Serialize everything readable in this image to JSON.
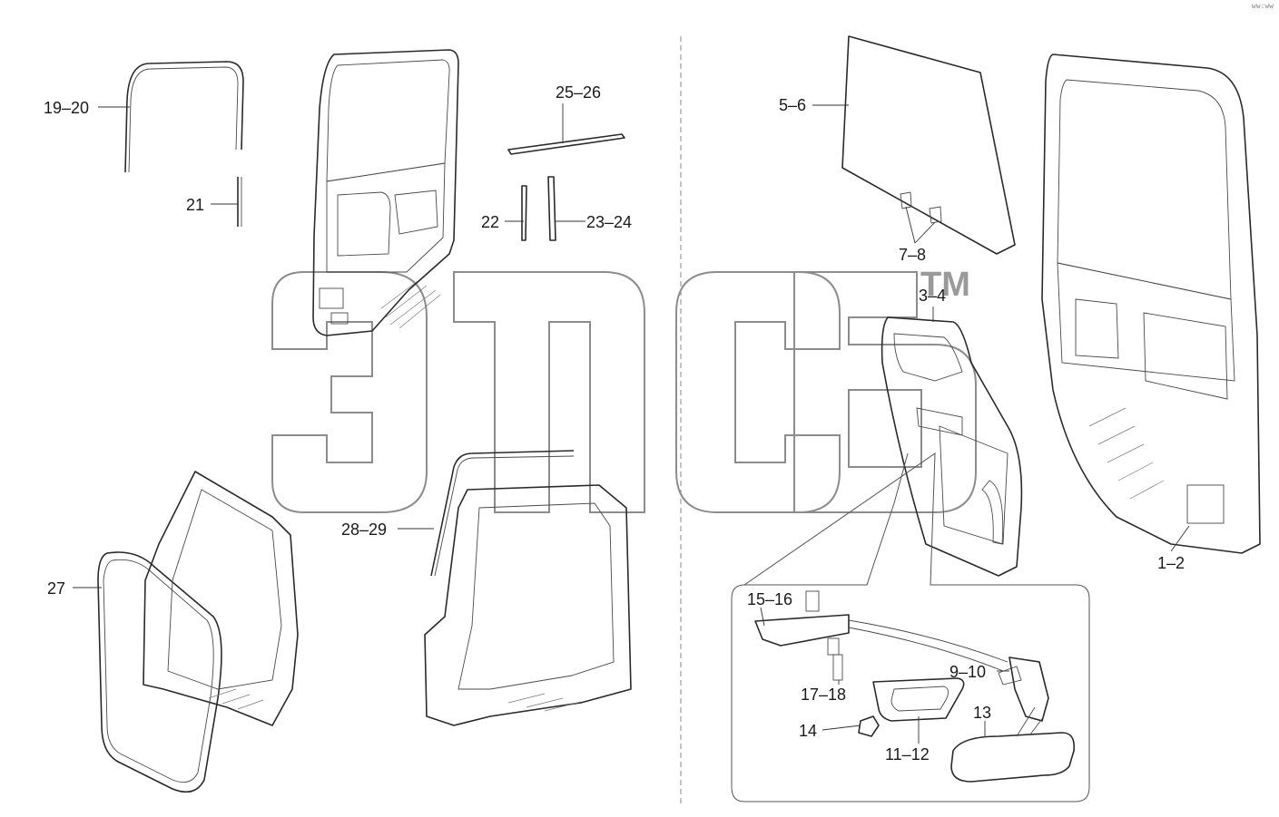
{
  "corner_mark": "ww:ww",
  "watermark": {
    "tm": "TM"
  },
  "callouts": [
    {
      "id": "19-20",
      "text": "19–20"
    },
    {
      "id": "21",
      "text": "21"
    },
    {
      "id": "25-26",
      "text": "25–26"
    },
    {
      "id": "22",
      "text": "22"
    },
    {
      "id": "23-24",
      "text": "23–24"
    },
    {
      "id": "5-6",
      "text": "5–6"
    },
    {
      "id": "7-8",
      "text": "7–8"
    },
    {
      "id": "3-4",
      "text": "3–4"
    },
    {
      "id": "1-2",
      "text": "1–2"
    },
    {
      "id": "27",
      "text": "27"
    },
    {
      "id": "28-29",
      "text": "28–29"
    },
    {
      "id": "15-16",
      "text": "15–16"
    },
    {
      "id": "9-10",
      "text": "9–10"
    },
    {
      "id": "17-18",
      "text": "17–18"
    },
    {
      "id": "13",
      "text": "13"
    },
    {
      "id": "14",
      "text": "14"
    },
    {
      "id": "11-12",
      "text": "11–12"
    }
  ]
}
